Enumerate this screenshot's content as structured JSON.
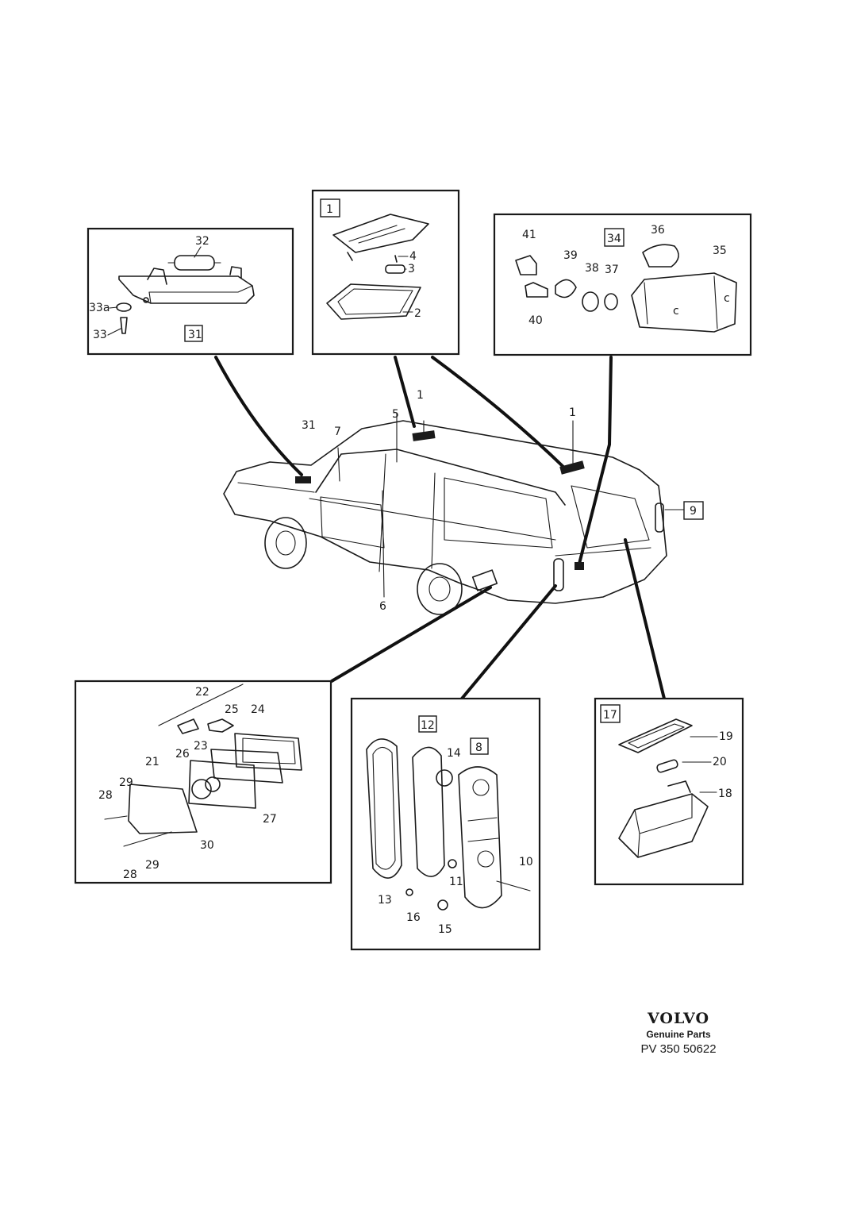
{
  "panels": {
    "p31": {
      "group": "31",
      "labels": [
        "32",
        "33a",
        "33"
      ]
    },
    "p1": {
      "group": "1",
      "labels": [
        "4",
        "3",
        "2"
      ]
    },
    "p34": {
      "group": "34",
      "labels": [
        "41",
        "36",
        "35",
        "39",
        "38",
        "37",
        "40"
      ]
    },
    "p22": {
      "labels": [
        "22",
        "25",
        "24",
        "26",
        "23",
        "21",
        "29",
        "28",
        "27",
        "30",
        "29",
        "28"
      ]
    },
    "p12": {
      "groups": [
        "12",
        "8"
      ],
      "labels": [
        "14",
        "10",
        "11",
        "13",
        "16",
        "15"
      ]
    },
    "p17": {
      "group": "17",
      "labels": [
        "19",
        "20",
        "18"
      ]
    }
  },
  "car": {
    "labels": [
      "31",
      "7",
      "5",
      "1",
      "1",
      "6"
    ],
    "boxed": "9"
  },
  "footer": {
    "brand": "VOLVO",
    "subtitle": "Genuine Parts",
    "part_number": "PV 350 50622"
  }
}
